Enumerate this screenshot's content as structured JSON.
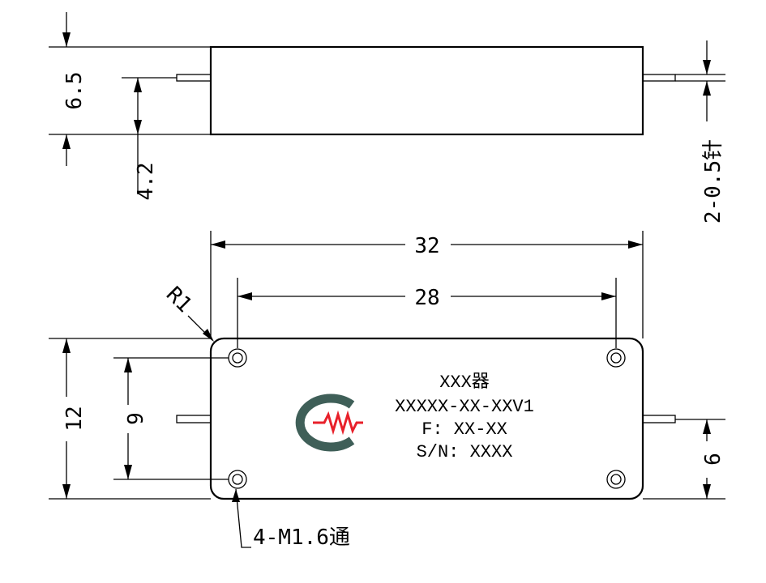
{
  "dimensions": {
    "side_height": "6.5",
    "pin_height": "4.2",
    "pins": "2-0.5针",
    "length": "32",
    "hole_spacing_x": "28",
    "corner_radius": "R1",
    "width": "12",
    "hole_spacing_y": "9",
    "pin_offset": "6",
    "holes": "4-M1.6通"
  },
  "label": {
    "line1": "XXX器",
    "line2": "XXXXX-XX-XXV1",
    "line3": "F: XX-XX",
    "line4": "S/N: XXXX"
  },
  "colors": {
    "logo_arc": "#3f5f58",
    "logo_wave": "#e8202a",
    "line": "#000000"
  },
  "icons": [
    "company-logo-icon"
  ]
}
